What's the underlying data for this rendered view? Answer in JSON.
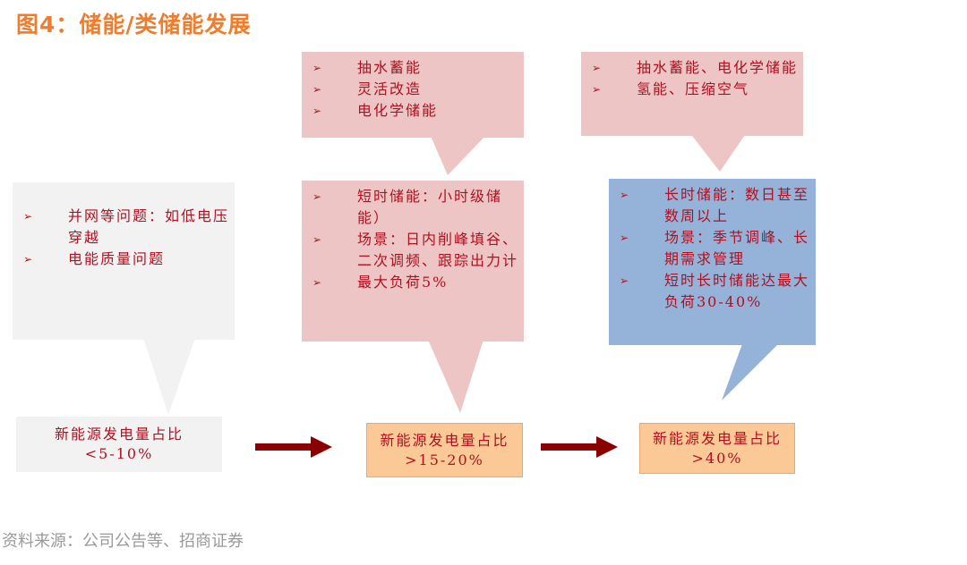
{
  "title": "图4：储能/类储能发展",
  "source": "资料来源：公司公告等、招商证券",
  "bullet_glyph": "➢",
  "colors": {
    "title": "#ee7d2e",
    "text": "#b01020",
    "source": "#9a9a9a",
    "gray_box": "#f2f2f2",
    "pink_box": "#edc5c5",
    "blue_box": "#95b2d8",
    "orange_box": "#fbc996",
    "arrow": "#8b0000"
  },
  "bubbles": [
    {
      "id": "grid-issues",
      "fill": "gray",
      "items": [
        "并网等问题：如低电压穿越",
        "电能质量问题"
      ]
    },
    {
      "id": "stage2-top",
      "fill": "pink",
      "items": [
        "抽水蓄能",
        "灵活改造",
        "电化学储能"
      ]
    },
    {
      "id": "stage2-short",
      "fill": "pink",
      "items": [
        "短时储能：小时级储能）",
        "场景：日内削峰填谷、二次调频、跟踪出力计",
        "最大负荷5%"
      ]
    },
    {
      "id": "stage3-top",
      "fill": "pink",
      "items": [
        "抽水蓄能、电化学储能",
        "氢能、压缩空气"
      ]
    },
    {
      "id": "stage3-long",
      "fill": "blue",
      "items": [
        "长时储能：数日甚至数周以上",
        "场景：季节调峰、长期需求管理",
        "短时长时储能达最大负荷30-40%"
      ]
    }
  ],
  "stages": [
    {
      "label": "新能源发电量占比",
      "value": "<5-10%"
    },
    {
      "label": "新能源发电量占比",
      "value": ">15-20%"
    },
    {
      "label": "新能源发电量占比",
      "value": ">40%"
    }
  ]
}
